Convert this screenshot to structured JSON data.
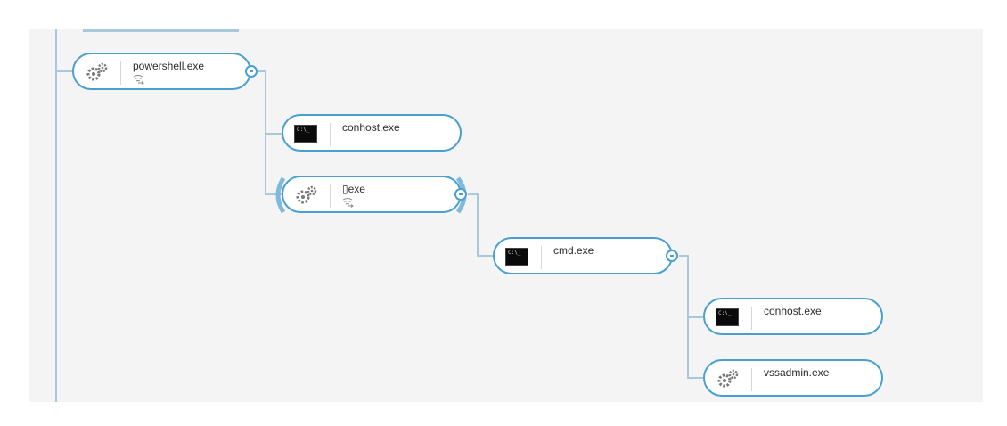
{
  "nodes": {
    "powershell": {
      "label": "powershell.exe",
      "icon": "gears-icon",
      "sub_icon": "network-activity-icon"
    },
    "conhost1": {
      "label": "conhost.exe",
      "icon": "console-icon"
    },
    "exe": {
      "label": "▯exe",
      "icon": "gears-icon",
      "sub_icon": "network-activity-icon"
    },
    "cmd": {
      "label": "cmd.exe",
      "icon": "console-icon"
    },
    "conhost2": {
      "label": "conhost.exe",
      "icon": "console-icon"
    },
    "vssadmin": {
      "label": "vssadmin.exe",
      "icon": "gears-icon"
    }
  },
  "console_prompt": "C:\\_",
  "colors": {
    "accent": "#4a9fd0",
    "connector": "#a9c8dc",
    "background": "#f4f4f4"
  }
}
